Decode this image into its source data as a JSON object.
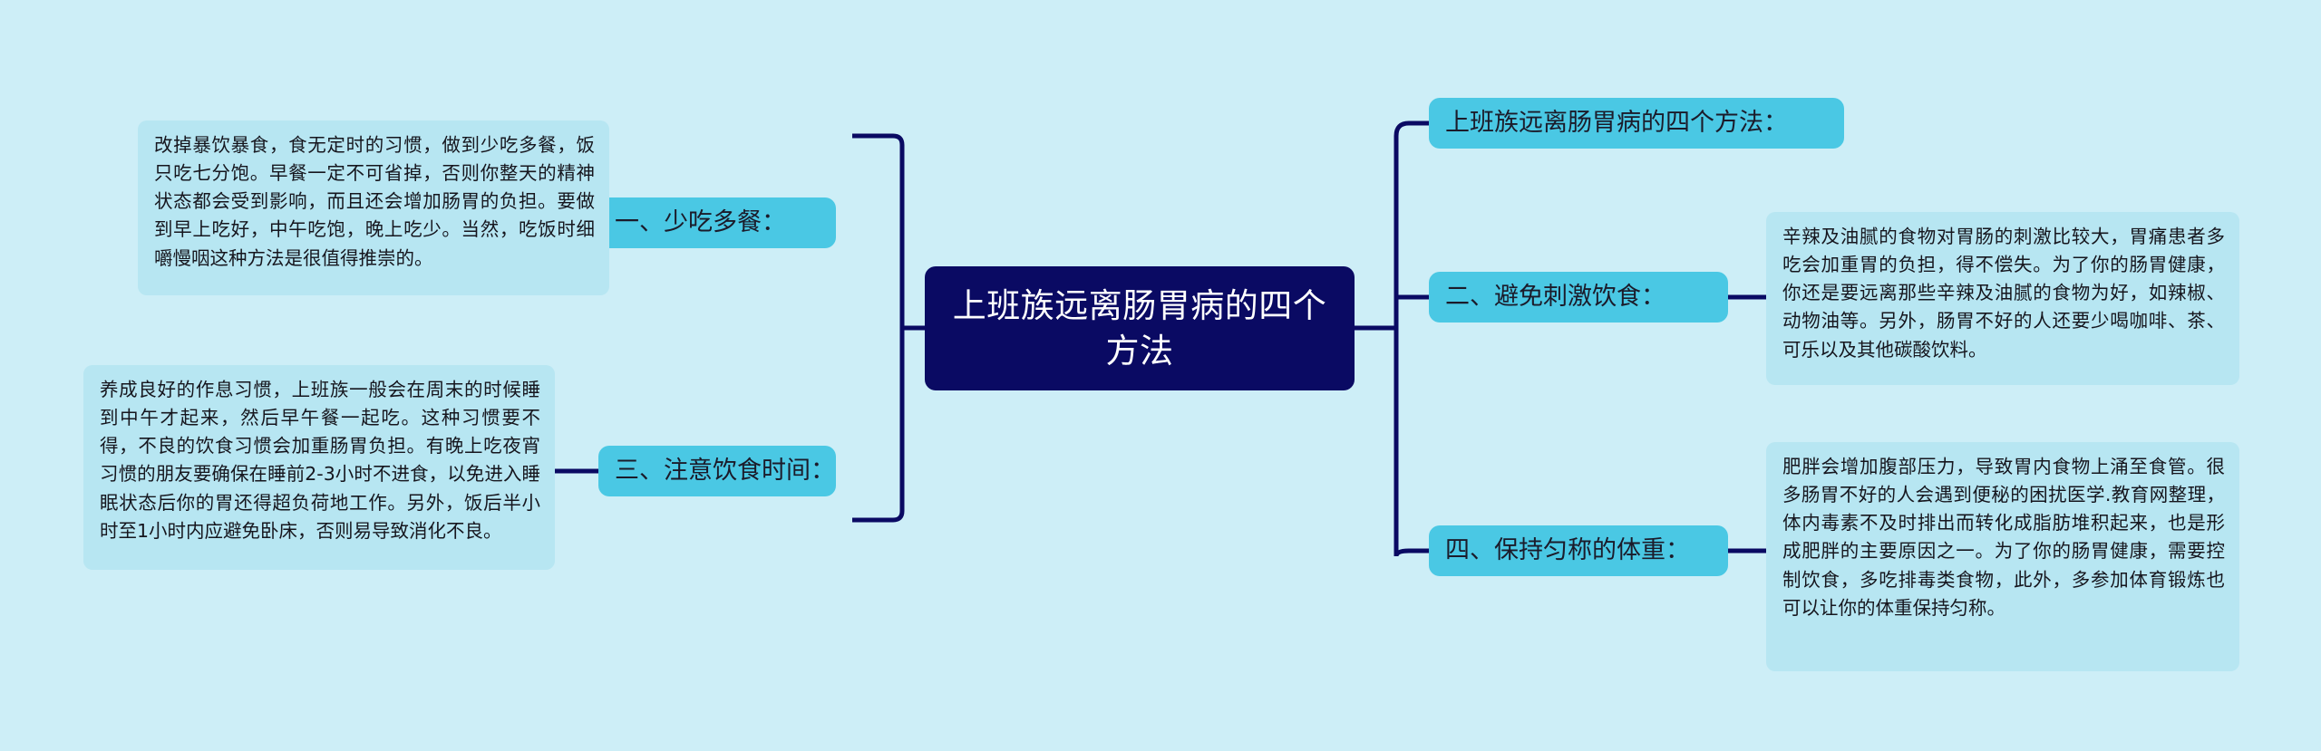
{
  "diagram": {
    "type": "mindmap",
    "background_color": "#cdeef7",
    "root": {
      "label": "上班族远离肠胃病的四个\n方法",
      "fill_color": "#0a0a63",
      "text_color": "#ffffff"
    },
    "connector_color": "#0a0a63",
    "node_fill_color": "#4ac8e4",
    "detail_fill_color": "#b7e6f2",
    "branches": [
      {
        "id": "right-0",
        "side": "right",
        "label": "上班族远离肠胃病的四个方法："
      },
      {
        "id": "left-1",
        "side": "left",
        "label": "一、少吃多餐：",
        "detail": "改掉暴饮暴食，食无定时的习惯，做到少吃多餐，饭只吃七分饱。早餐一定不可省掉，否则你整天的精神状态都会受到影响，而且还会增加肠胃的负担。要做到早上吃好，中午吃饱，晚上吃少。当然，吃饭时细嚼慢咽这种方法是很值得推崇的。"
      },
      {
        "id": "right-2",
        "side": "right",
        "label": "二、避免刺激饮食：",
        "detail": "辛辣及油腻的食物对胃肠的刺激比较大，胃痛患者多吃会加重胃的负担，得不偿失。为了你的肠胃健康，你还是要远离那些辛辣及油腻的食物为好，如辣椒、动物油等。另外，肠胃不好的人还要少喝咖啡、茶、可乐以及其他碳酸饮料。"
      },
      {
        "id": "left-3",
        "side": "left",
        "label": "三、注意饮食时间：",
        "detail": "养成良好的作息习惯，上班族一般会在周末的时候睡到中午才起来，然后早午餐一起吃。这种习惯要不得，不良的饮食习惯会加重肠胃负担。有晚上吃夜宵习惯的朋友要确保在睡前2-3小时不进食，以免进入睡眠状态后你的胃还得超负荷地工作。另外，饭后半小时至1小时内应避免卧床，否则易导致消化不良。"
      },
      {
        "id": "right-4",
        "side": "right",
        "label": "四、保持匀称的体重：",
        "detail": "肥胖会增加腹部压力，导致胃内食物上涌至食管。很多肠胃不好的人会遇到便秘的困扰医学.教育网整理，体内毒素不及时排出而转化成脂肪堆积起来，也是形成肥胖的主要原因之一。为了你的肠胃健康，需要控制饮食，多吃排毒类食物，此外，多参加体育锻炼也可以让你的体重保持匀称。"
      }
    ]
  }
}
